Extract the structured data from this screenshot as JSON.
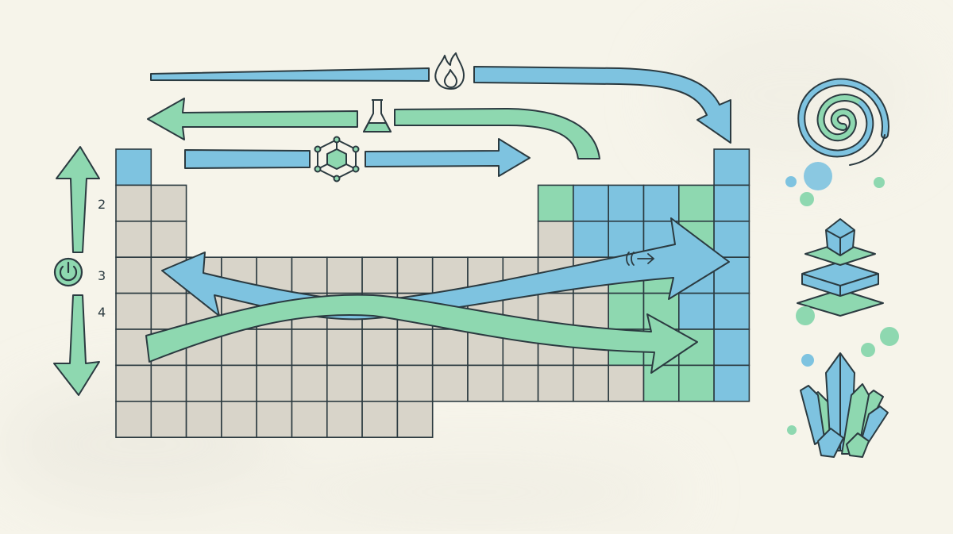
{
  "row_labels": [
    "2",
    "3",
    "4"
  ],
  "colors": {
    "background": "#f6f4ea",
    "outline": "#2b3a40",
    "gray_cell": "#d8d4c9",
    "blue": "#7ec3e0",
    "green": "#8ed8b0"
  },
  "icons": {
    "top_arrow": "flame-icon",
    "middle_arrow": "flask-icon",
    "lower_arrow": "cube-network-icon",
    "vertical_arrow": "power-icon",
    "right_arrow_mark": "wave-arrow-icon",
    "side_top": "spiral-icon",
    "side_middle": "layered-crystal-icon",
    "side_bottom": "crystal-cluster-icon"
  }
}
